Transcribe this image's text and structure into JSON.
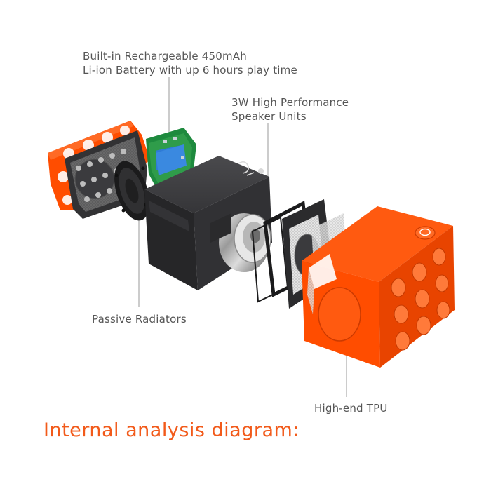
{
  "callouts": {
    "battery": {
      "line1": "Built-in Rechargeable 450mAh",
      "line2": "Li-ion Battery with up 6 hours play time"
    },
    "speaker": {
      "line1": "3W High Performance",
      "line2": "Speaker Units"
    },
    "radiator": {
      "line1": "Passive Radiators"
    },
    "tpu": {
      "line1": "High-end TPU"
    }
  },
  "caption": "Internal analysis diagram:",
  "colors": {
    "orange": "#ff4d00",
    "caption": "#f25a1a",
    "dark_body": "#2e2e30",
    "battery_blue": "#2f7bd6",
    "pcb_green": "#2f9c4a",
    "leader": "#9a9a9a",
    "text": "#555555"
  },
  "icons": {
    "product_logo": "logo-mark-icon",
    "power_button": "power-button-icon"
  }
}
